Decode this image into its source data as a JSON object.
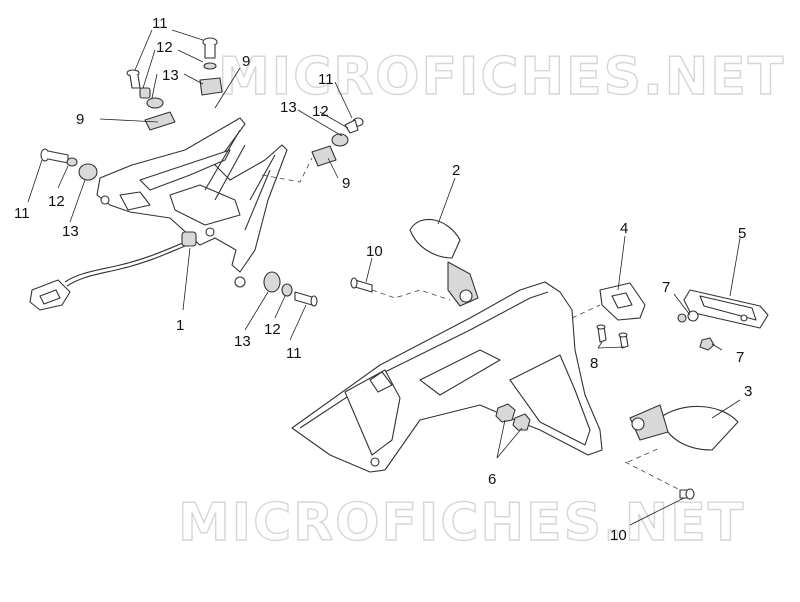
{
  "watermark": {
    "text": "MICROFICHES.NET"
  },
  "callouts": {
    "c1": "1",
    "c2": "2",
    "c3": "3",
    "c4": "4",
    "c5": "5",
    "c6": "6",
    "c7a": "7",
    "c7b": "7",
    "c8": "8",
    "c9a": "9",
    "c9b": "9",
    "c9c": "9",
    "c10a": "10",
    "c10b": "10",
    "c11a": "11",
    "c11b": "11",
    "c11c": "11",
    "c11d": "11",
    "c12a": "12",
    "c12b": "12",
    "c12c": "12",
    "c12d": "12",
    "c13a": "13",
    "c13b": "13",
    "c13c": "13",
    "c13d": "13"
  }
}
